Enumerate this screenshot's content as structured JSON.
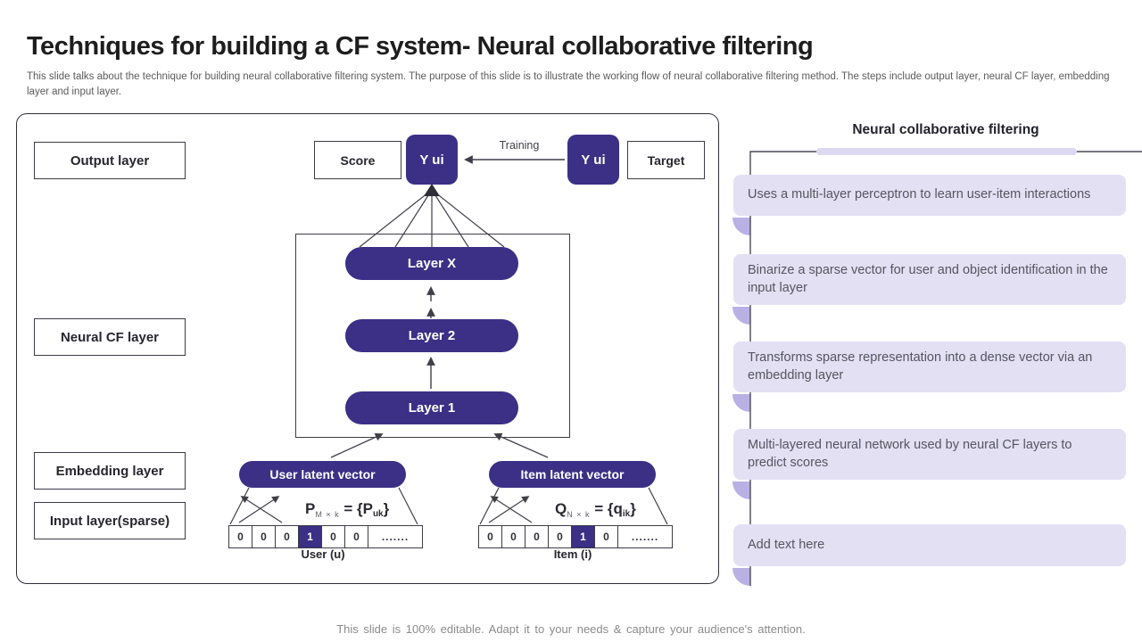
{
  "slide": {
    "title": "Techniques for building a CF system- Neural collaborative filtering",
    "subtitle": "This slide talks about the technique for building neural collaborative filtering system. The purpose of this slide is to illustrate the working flow of neural collaborative filtering method. The steps include output layer, neural CF layer, embedding layer and input layer.",
    "footer": "This slide is 100% editable. Adapt it to your needs & capture your audience's attention."
  },
  "colors": {
    "accent": "#3b2f86",
    "panel_item_bg": "#e3e0f4",
    "disc": "#b9b1e4",
    "top_bar": "#dcd9f0"
  },
  "diagram": {
    "row_labels": [
      "Output layer",
      "Neural CF layer",
      "Embedding layer",
      "Input layer(sparse)"
    ],
    "score_label": "Score",
    "target_label": "Target",
    "yui_pred": "Y ui",
    "yui_target": "Y ui",
    "training_label": "Training",
    "layers": [
      "Layer X",
      "Layer 2",
      "Layer 1"
    ],
    "user_pill": "User latent vector",
    "item_pill": "Item latent vector",
    "user_formula": {
      "lead": "P",
      "sub": "M × k",
      "eq": " = {P",
      "sub2": "uk",
      "close": "}"
    },
    "item_formula": {
      "lead": "Q",
      "sub": "N × k",
      "eq": " = {q",
      "sub2": "ik",
      "close": "}"
    },
    "user_vector": {
      "cells": [
        "0",
        "0",
        "0",
        "1",
        "0",
        "0",
        "......."
      ],
      "active_index": 3,
      "label": "User (u)"
    },
    "item_vector": {
      "cells": [
        "0",
        "0",
        "0",
        "0",
        "1",
        "0",
        "......."
      ],
      "active_index": 4,
      "label": "Item (i)"
    }
  },
  "panel": {
    "title": "Neural collaborative filtering",
    "items": [
      "Uses a multi-layer perceptron to learn user-item interactions",
      "Binarize a sparse vector for user and object identification in the input layer",
      "Transforms sparse representation into a dense vector via an embedding layer",
      "Multi-layered  neural network used by  neural CF layers  to predict scores",
      "Add text here"
    ]
  }
}
